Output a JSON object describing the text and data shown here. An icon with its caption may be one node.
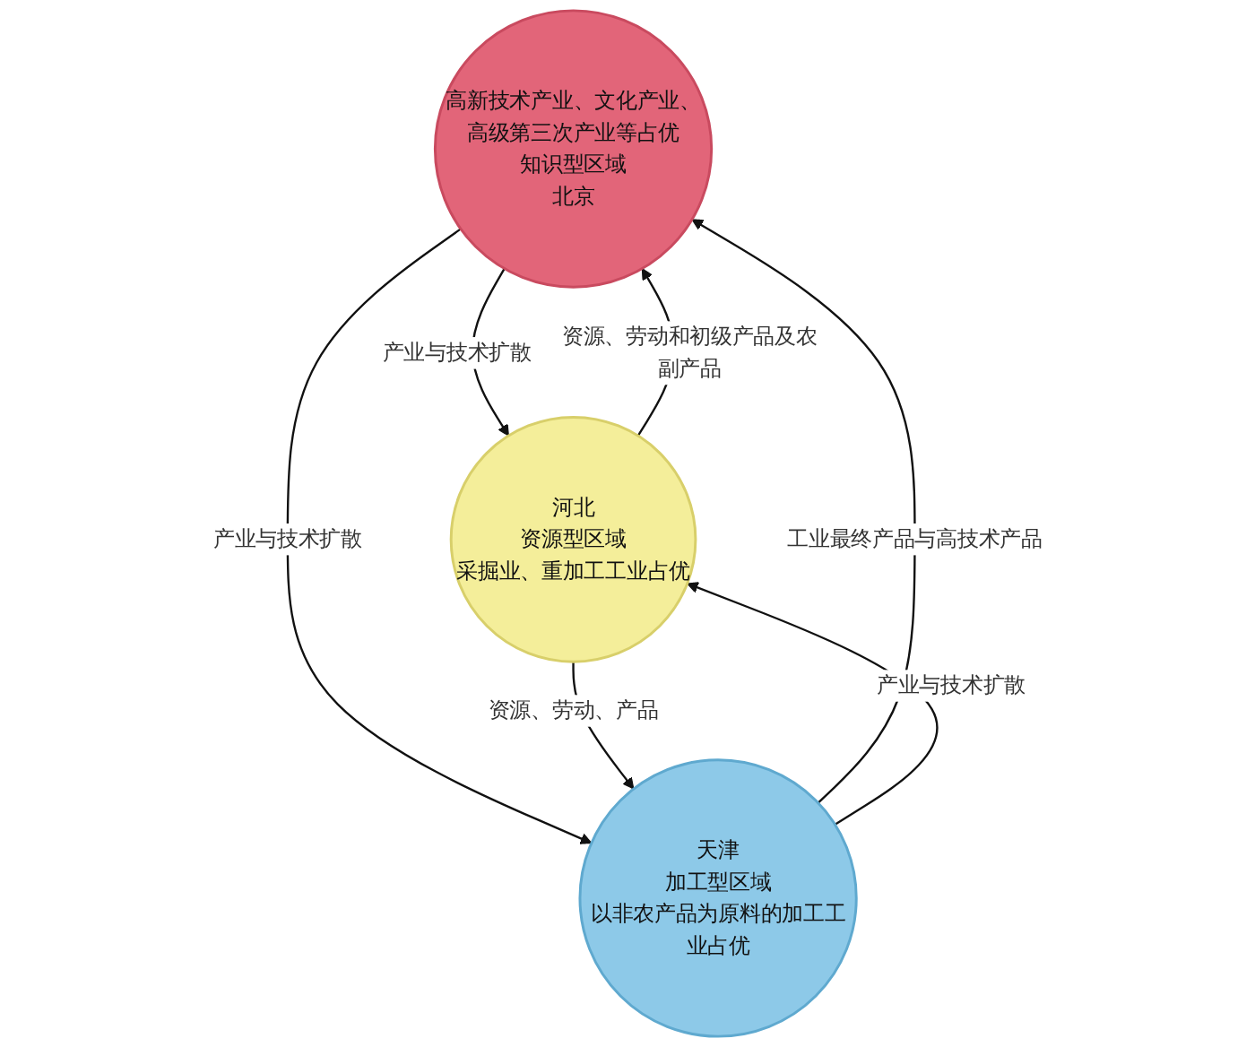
{
  "diagram": {
    "nodes": [
      {
        "text": [
          "高新技术产业、文化产业、高级第三次产业等占优",
          "知识型区域",
          "北京"
        ]
      },
      {
        "text": [
          "河北",
          "资源型区域",
          "采掘业、重加工工业占优"
        ]
      },
      {
        "text": [
          "天津",
          "加工型区域",
          "以非农产品为原料的加工工业占优"
        ]
      }
    ],
    "edges": [
      {
        "from": 0,
        "to": 1,
        "arrow": "to",
        "label": "产业与技术扩散"
      },
      {
        "from": 1,
        "to": 0,
        "arrow": "to",
        "label": "资源、劳动和初级产品及农副产品"
      },
      {
        "from": 0,
        "to": 2,
        "arrow": "to",
        "label": "产业与技术扩散"
      },
      {
        "from": 2,
        "to": 0,
        "arrow": "to",
        "label": "工业最终产品与高技术产品"
      },
      {
        "from": 1,
        "to": 2,
        "arrow": "to",
        "label": "资源、劳动、产品"
      },
      {
        "from": 2,
        "to": 1,
        "arrow": "to",
        "label": "产业与技术扩散"
      }
    ]
  }
}
